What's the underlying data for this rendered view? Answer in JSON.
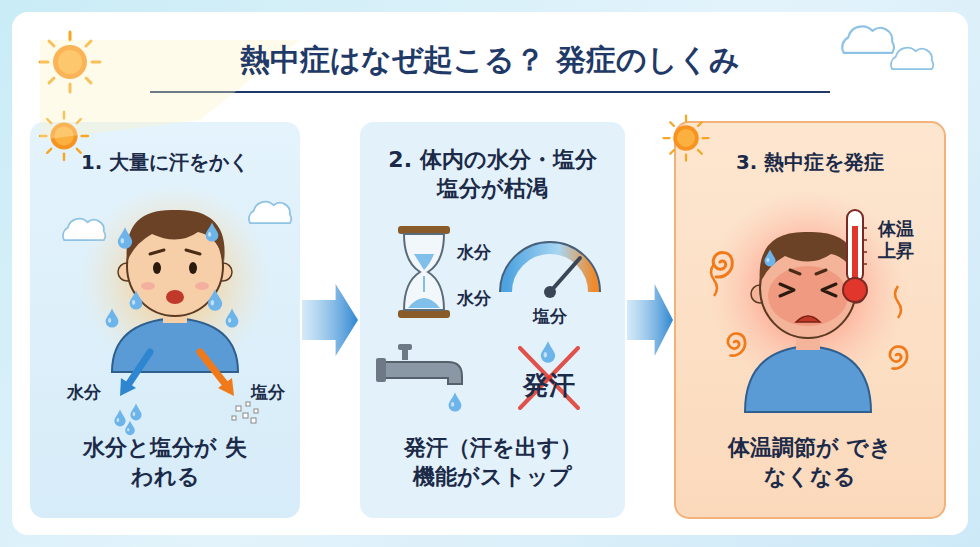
{
  "diagram": {
    "title": "熱中症はなぜ起こる？ 発症のしくみ",
    "nodes": [
      {
        "text": [
          "1. 大量に汗をかく",
          "水分と塩分が 失われる"
        ]
      },
      {
        "text": [
          "2. 体内の水分・塩分 塩分が枯渇",
          "発汗（汗を出す） 機能がストップ"
        ]
      },
      {
        "text": [
          "3. 熱中症を発症",
          "体温調節が できなくなる"
        ]
      }
    ],
    "edges": [
      {
        "from": 0,
        "to": 1,
        "arrow": "to"
      },
      {
        "from": 1,
        "to": 2,
        "arrow": "to"
      }
    ],
    "labels": [
      "水分",
      "塩分",
      "水分",
      "水分",
      "塩分",
      "発汗",
      "体温 上昇"
    ]
  }
}
